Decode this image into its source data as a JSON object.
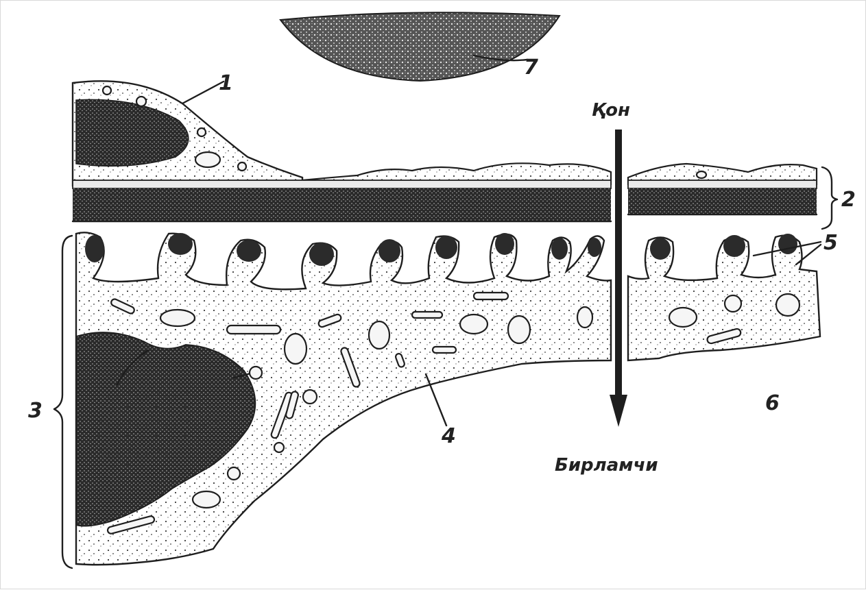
{
  "labels": {
    "l1": "1",
    "l2": "2",
    "l3": "3",
    "l4": "4",
    "l5": "5",
    "l6": "6",
    "l7": "7",
    "top_word": "Қон",
    "bottom_word": "Бирламчи"
  },
  "colors": {
    "ink": "#1e1e1e",
    "paper": "#ffffff",
    "stipple_light": "#3a3a3a",
    "dense": "#2a2a2a"
  },
  "icons": {
    "flow_arrow": "arrow-down-icon"
  }
}
